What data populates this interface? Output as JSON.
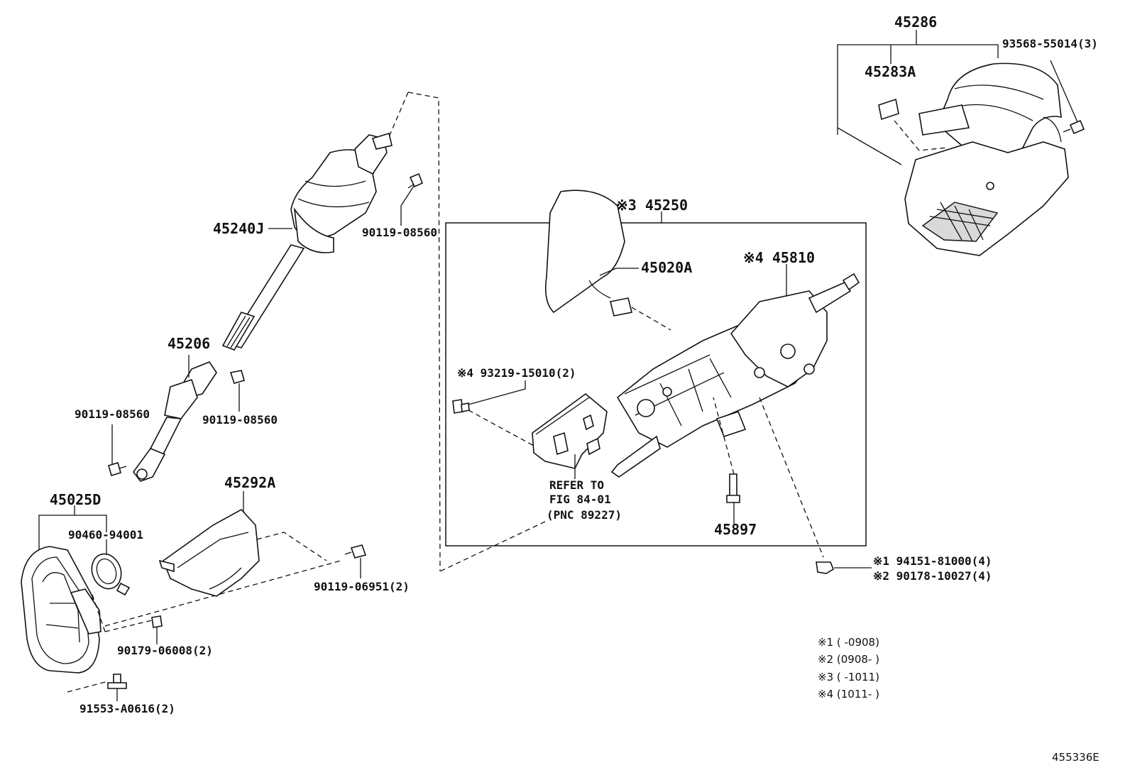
{
  "labels": {
    "p45286": "45286",
    "p93568": "93568-55014(3)",
    "p45283A": "45283A",
    "p45250": "※3 45250",
    "p45020A": "45020A",
    "p45810": "※4 45810",
    "p45240J": "45240J",
    "p90119_top": "90119-08560",
    "p45206": "45206",
    "p90119_left": "90119-08560",
    "p90119_right": "90119-08560",
    "p93219": "※4 93219-15010(2)",
    "refer1": "REFER TO",
    "refer2": "FIG 84-01",
    "refer3": "(PNC 89227)",
    "p45897": "45897",
    "p94151": "※1 94151-81000(4)",
    "p90178": "※2 90178-10027(4)",
    "p45025D": "45025D",
    "p45292A": "45292A",
    "p90460": "90460-94001",
    "p90119_06951": "90119-06951(2)",
    "p90179": "90179-06008(2)",
    "p91553": "91553-A0616(2)"
  },
  "notes": {
    "n1": "※1 (     -0908)",
    "n2": "※2 (0908-     )",
    "n3": "※3 (     -1011)",
    "n4": "※4 (1011-     )"
  },
  "figure_id": "455336E"
}
